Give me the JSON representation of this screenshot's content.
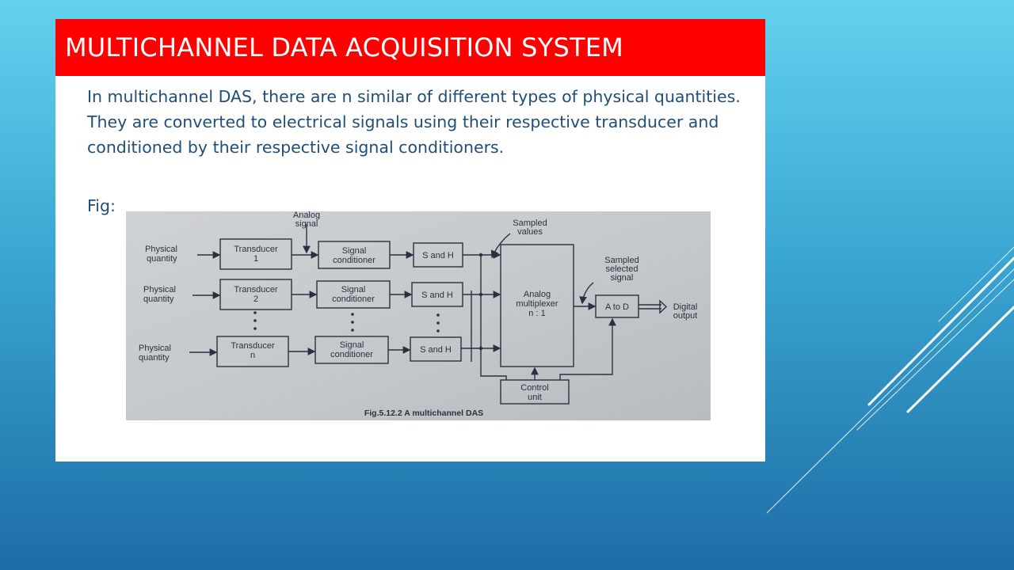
{
  "slide": {
    "title": "MULTICHANNEL DATA  ACQUISITION SYSTEM",
    "paragraph": "In multichannel DAS, there are n similar of different types of physical quantities. They are converted to electrical signals using their respective transducer and conditioned by their respective signal conditioners.",
    "fig_label": "Fig:"
  },
  "colors": {
    "title_bar": "#fe0000",
    "body_text": "#1f4e79",
    "background": "#3aa6d2"
  },
  "diagram": {
    "caption": "Fig.5.12.2 A multichannel DAS",
    "inputs": [
      {
        "label_line1": "Physical",
        "label_line2": "quantity",
        "transducer_line1": "Transducer",
        "transducer_line2": "1"
      },
      {
        "label_line1": "Physical",
        "label_line2": "quantity",
        "transducer_line1": "Transducer",
        "transducer_line2": "2"
      },
      {
        "label_line1": "Physical",
        "label_line2": "quantity",
        "transducer_line1": "Transducer",
        "transducer_line2": "n"
      }
    ],
    "conditioner_line1": "Signal",
    "conditioner_line2": "conditioner",
    "sh_label": "S and H",
    "analog_signal_line1": "Analog",
    "analog_signal_line2": "signal",
    "sampled_values_line1": "Sampled",
    "sampled_values_line2": "values",
    "mux_line1": "Analog",
    "mux_line2": "multiplexer",
    "mux_line3": "n : 1",
    "sampled_selected_line1": "Sampled",
    "sampled_selected_line2": "selected",
    "sampled_selected_line3": "signal",
    "adc_label": "A to D",
    "digital_output_line1": "Digital",
    "digital_output_line2": "output",
    "control_line1": "Control",
    "control_line2": "unit"
  }
}
